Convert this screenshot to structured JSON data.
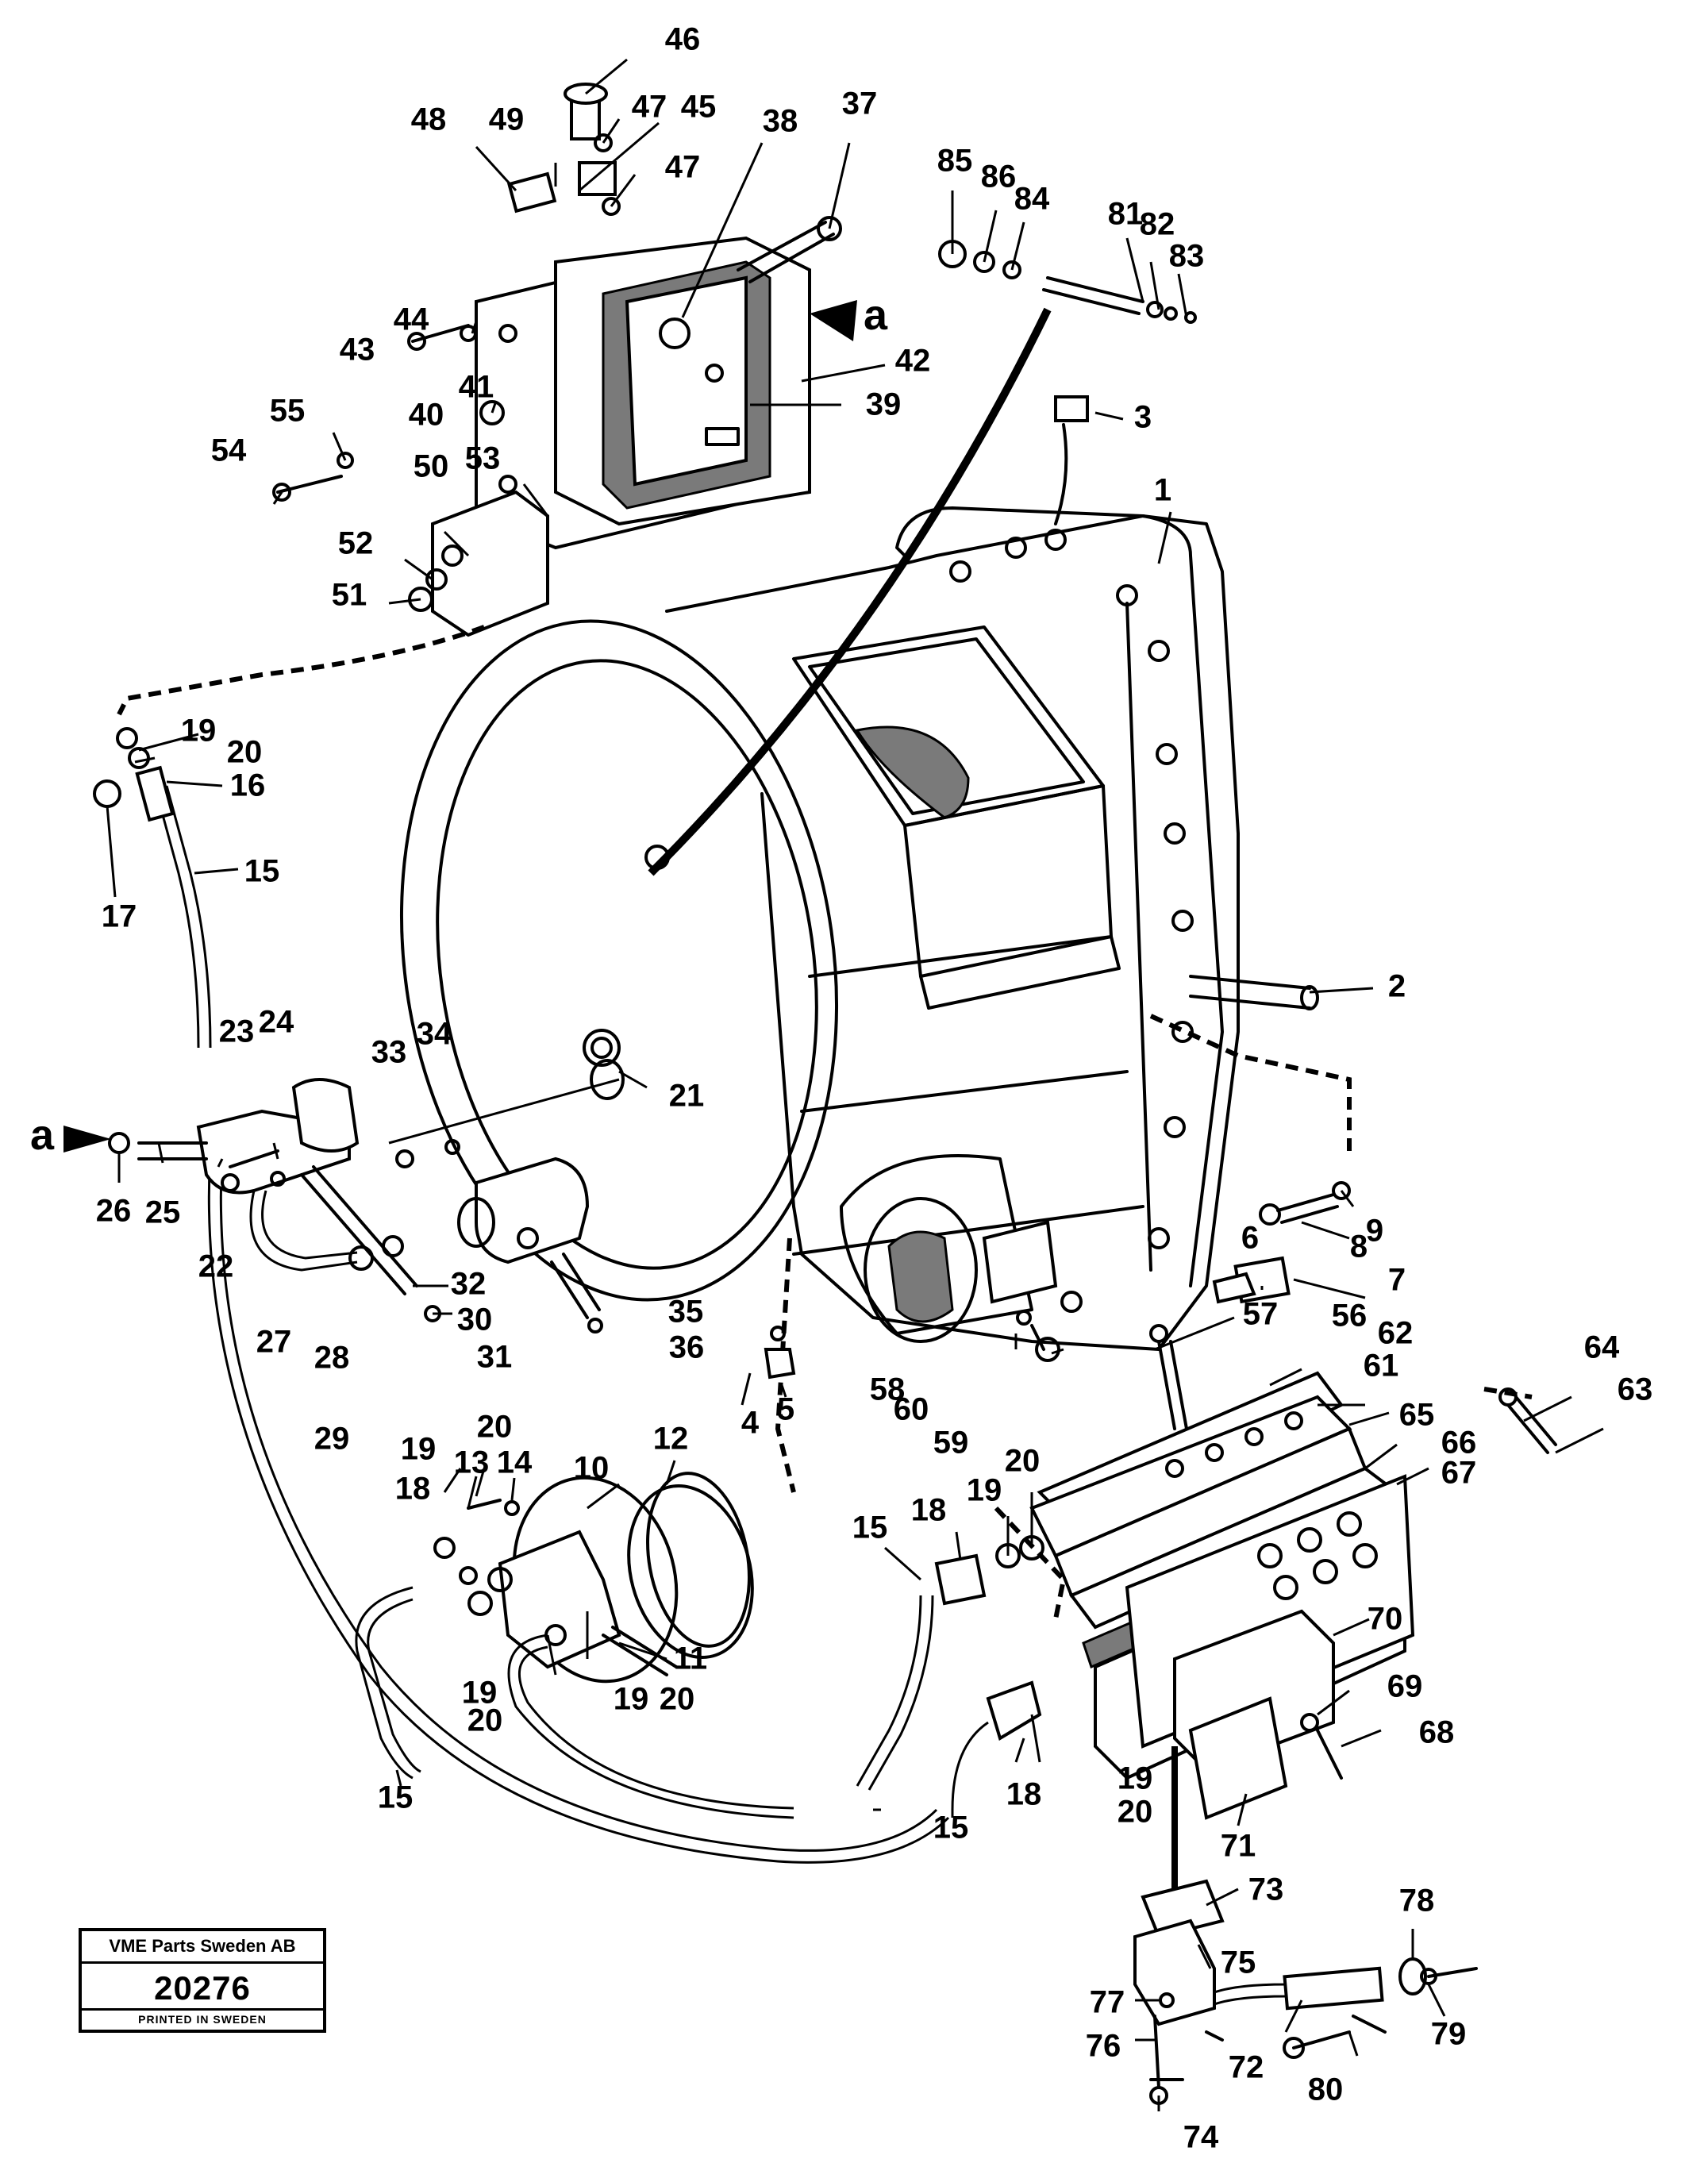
{
  "diagram": {
    "view_marker": "a",
    "callouts": [
      "1",
      "2",
      "3",
      "4",
      "5",
      "6",
      "7",
      "8",
      "9",
      "10",
      "11",
      "12",
      "13",
      "14",
      "15",
      "16",
      "17",
      "18",
      "19",
      "20",
      "21",
      "22",
      "23",
      "24",
      "25",
      "26",
      "27",
      "28",
      "29",
      "30",
      "31",
      "32",
      "33",
      "34",
      "35",
      "36",
      "37",
      "38",
      "39",
      "40",
      "41",
      "42",
      "43",
      "44",
      "45",
      "46",
      "47",
      "48",
      "49",
      "50",
      "51",
      "52",
      "53",
      "54",
      "55",
      "56",
      "57",
      "58",
      "59",
      "60",
      "61",
      "62",
      "63",
      "64",
      "65",
      "66",
      "67",
      "68",
      "69",
      "70",
      "71",
      "72",
      "73",
      "74",
      "75",
      "76",
      "77",
      "78",
      "79",
      "80",
      "81",
      "82",
      "83",
      "84",
      "85",
      "86"
    ]
  },
  "stamp": {
    "company": "VME Parts Sweden AB",
    "number": "20276",
    "origin": "PRINTED IN SWEDEN"
  }
}
